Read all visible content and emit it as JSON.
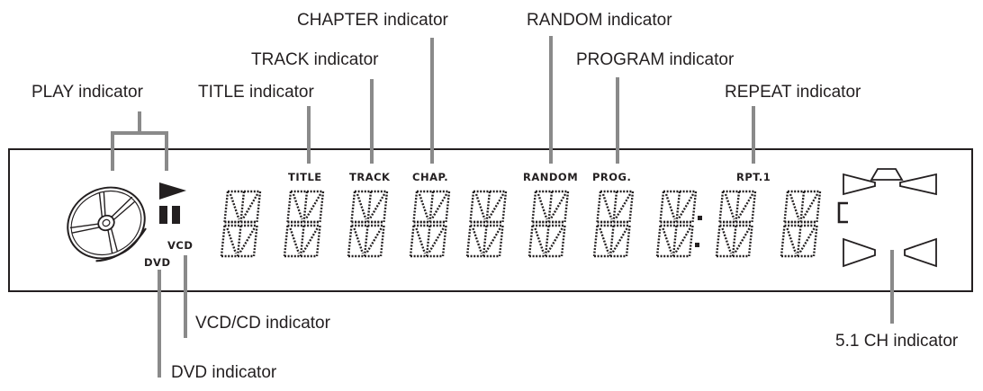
{
  "colors": {
    "ink": "#231f20",
    "leader": "#8a8a8a",
    "background": "#ffffff"
  },
  "callouts": {
    "play": "PLAY indicator",
    "title": "TITLE indicator",
    "track": "TRACK indicator",
    "chapter": "CHAPTER indicator",
    "random": "RANDOM indicator",
    "program": "PROGRAM indicator",
    "repeat": "REPEAT indicator",
    "vcd_cd": "VCD/CD indicator",
    "dvd": "DVD indicator",
    "ch51": "5.1 CH indicator"
  },
  "display": {
    "title": "TITLE",
    "track": "TRACK",
    "chap": "CHAP.",
    "random": "RANDOM",
    "prog": "PROG.",
    "rpt": "RPT.1",
    "vcd": "VCD",
    "dvd": "DVD"
  },
  "icons": {
    "disc": "disc-icon",
    "play": "play-triangle-icon",
    "pause": "pause-icon",
    "speaker_front_left": "speaker-front-left-icon",
    "speaker_center": "speaker-center-icon",
    "speaker_front_right": "speaker-front-right-icon",
    "subwoofer": "subwoofer-icon",
    "speaker_rear_left": "speaker-rear-left-icon",
    "speaker_rear_right": "speaker-rear-right-icon"
  }
}
